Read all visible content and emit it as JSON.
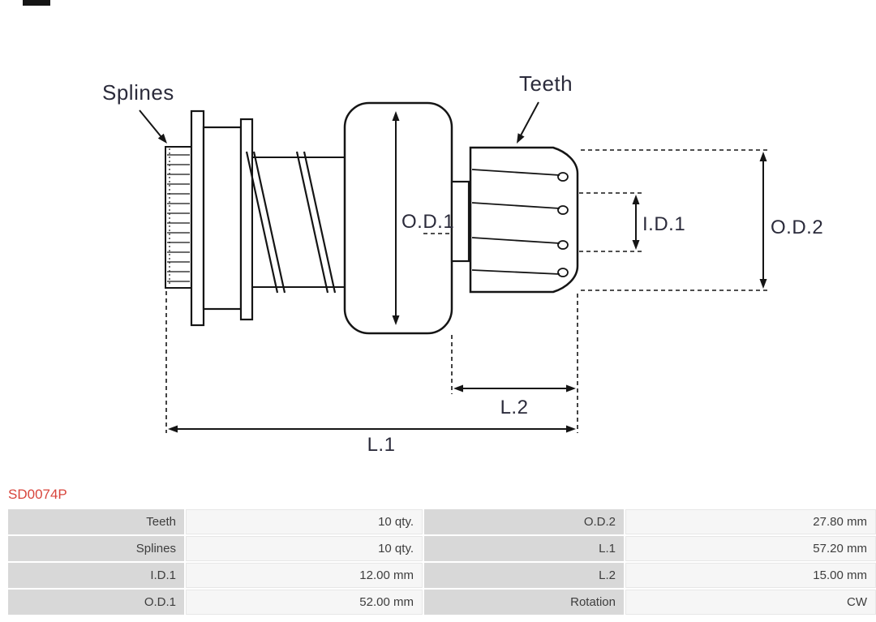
{
  "part_number": "SD0074P",
  "drawing": {
    "callouts": {
      "splines": "Splines",
      "teeth": "Teeth"
    },
    "dimensions": {
      "od1": "O.D.1",
      "id1": "I.D.1",
      "od2": "O.D.2",
      "l1": "L.1",
      "l2": "L.2"
    }
  },
  "specs": {
    "rows": [
      {
        "label1": "Teeth",
        "value1": "10 qty.",
        "label2": "O.D.2",
        "value2": "27.80 mm"
      },
      {
        "label1": "Splines",
        "value1": "10 qty.",
        "label2": "L.1",
        "value2": "57.20 mm"
      },
      {
        "label1": "I.D.1",
        "value1": "12.00 mm",
        "label2": "L.2",
        "value2": "15.00 mm"
      },
      {
        "label1": "O.D.1",
        "value1": "52.00 mm",
        "label2": "Rotation",
        "value2": "CW"
      }
    ]
  },
  "colors": {
    "part_number": "#d8453c",
    "line": "#151515",
    "label_cell_bg": "#d8d8d8",
    "value_cell_bg": "#f6f6f6",
    "text": "#3d3d3d"
  }
}
